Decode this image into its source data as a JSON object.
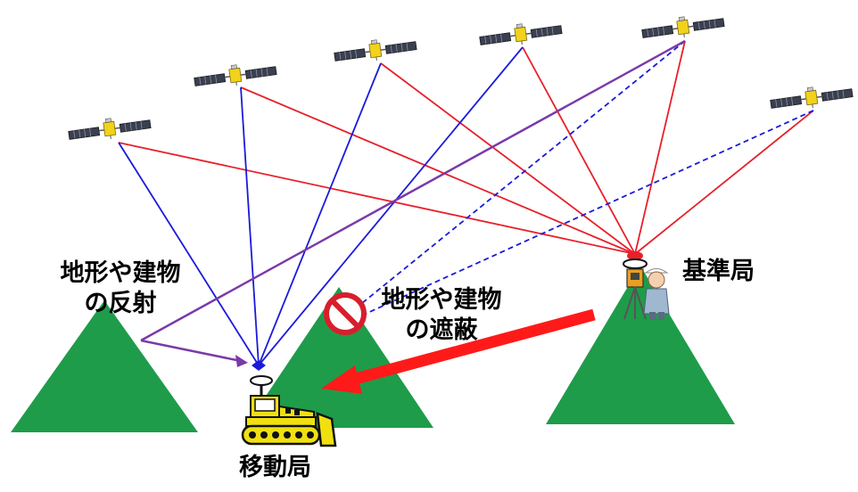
{
  "labels": {
    "reflection": "地形や建物\nの反射",
    "obstruction": "地形や建物\nの遮蔽",
    "base_station": "基準局",
    "rover_station": "移動局"
  },
  "colors": {
    "mountain": "#1e9c4a",
    "rover_signal": "#1a1adc",
    "base_signal": "#e8202a",
    "reflected_signal": "#7a3aa8",
    "arrow": "#ff1a1a",
    "prohibit": "#d81e2c",
    "machine": "#f0e010"
  },
  "icons": {
    "satellite": "satellite-icon",
    "bulldozer": "bulldozer-icon",
    "surveyor": "surveyor-icon",
    "antenna": "antenna-icon",
    "prohibit": "prohibit-icon",
    "arrow": "arrow-icon"
  }
}
